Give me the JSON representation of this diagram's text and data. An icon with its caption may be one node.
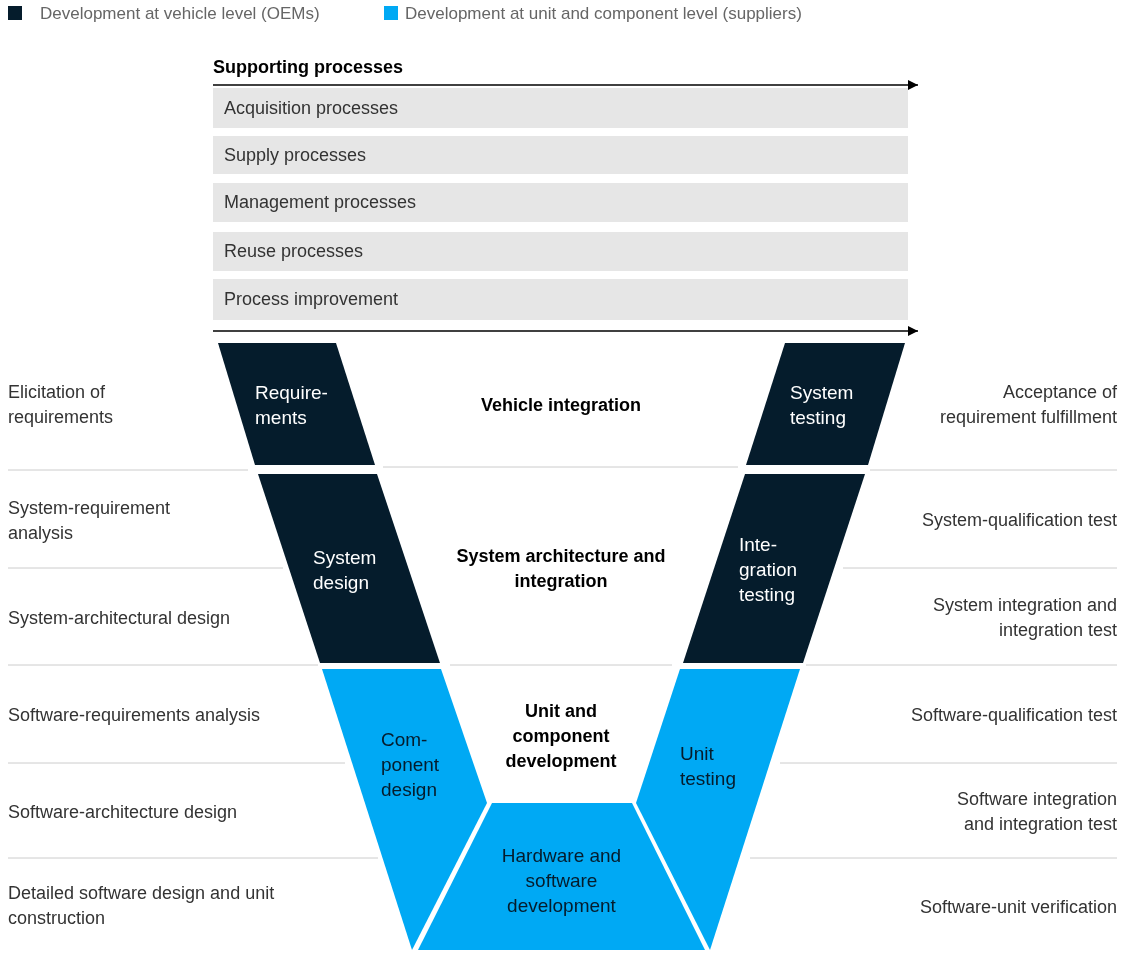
{
  "diagram": {
    "nodes": [
      {
        "text": [
          "Acquisition processes"
        ]
      },
      {
        "text": [
          "Supply processes"
        ]
      },
      {
        "text": [
          "Management processes"
        ]
      },
      {
        "text": [
          "Reuse processes"
        ]
      },
      {
        "text": [
          "Process improvement"
        ]
      },
      {
        "text": [
          "Require-ments"
        ]
      },
      {
        "text": [
          "System testing"
        ]
      },
      {
        "text": [
          "System design"
        ]
      },
      {
        "text": [
          "Inte-gration testing"
        ]
      },
      {
        "text": [
          "Com-ponent design"
        ]
      },
      {
        "text": [
          "Unit testing"
        ]
      },
      {
        "text": [
          "Hardware and software development"
        ]
      }
    ],
    "labels": [
      "Supporting processes",
      "Elicitation of requirements",
      "Vehicle integration",
      "Acceptance of requirement fulfillment",
      "System-requirement analysis",
      "System architecture and integration",
      "System-qualification test",
      "System-architectural design",
      "System integration and integration test",
      "Software-requirements analysis",
      "Unit and component development",
      "Software-qualification test",
      "Software-architecture design",
      "Software integration and integration test",
      "Detailed software design and unit construction",
      "Software-unit verification"
    ],
    "legend": [
      {
        "text": "Development at vehicle level (OEMs)",
        "color": "#051c2c"
      },
      {
        "text": "Development at unit and component level (suppliers)",
        "color": "#00a9f4"
      }
    ]
  }
}
